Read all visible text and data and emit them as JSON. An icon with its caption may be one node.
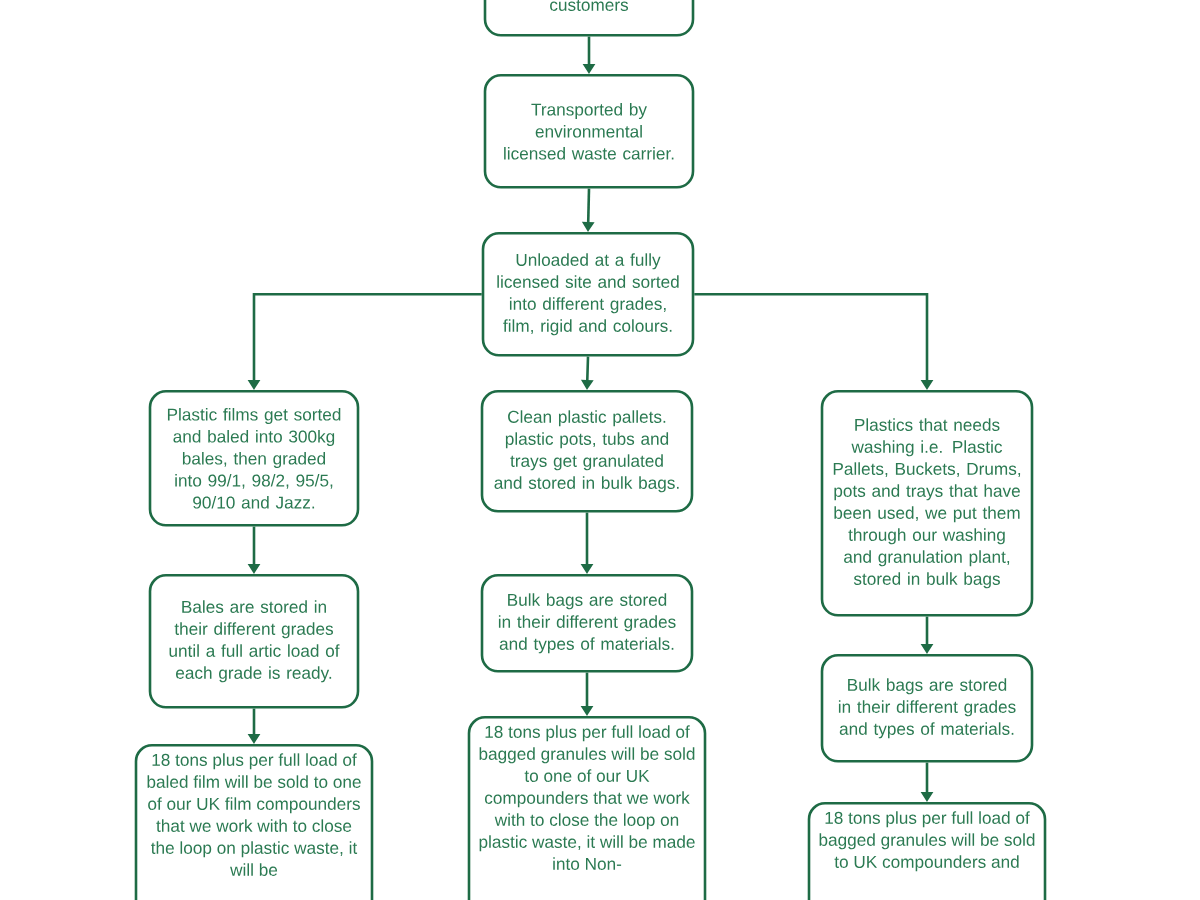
{
  "diagram": {
    "nodes": [
      {
        "text": [
          "customers"
        ]
      },
      {
        "text": [
          "Transported by environmental licensed waste carrier."
        ]
      },
      {
        "text": [
          "Unloaded at a fully licensed site and sorted into different grades, film, rigid and colours."
        ]
      },
      {
        "text": [
          "Plastic films get sorted and baled into 300kg bales, then graded into 99/1, 98/2, 95/5, 90/10 and Jazz."
        ]
      },
      {
        "text": [
          "Clean plastic pallets. plastic pots, tubs and trays get granulated and stored in bulk bags."
        ]
      },
      {
        "text": [
          "Plastics that needs washing i.e. Plastic Pallets, Buckets, Drums, pots and trays that have been used, we put them through our washing and granulation plant, stored in bulk bags"
        ]
      },
      {
        "text": [
          "Bales are stored in their different grades until a full artic load of each grade is ready."
        ]
      },
      {
        "text": [
          "Bulk bags are stored in their different grades and types of materials."
        ]
      },
      {
        "text": [
          "Bulk bags are stored in their different grades and types of materials."
        ]
      },
      {
        "text": [
          "18 tons plus per full load of baled film will be sold to one of our UK film compounders that we work with to close the loop on plastic waste, it will be"
        ]
      },
      {
        "text": [
          "18 tons plus per full load of bagged granules will be sold to one of our UK compounders that we work with to close the loop on plastic waste, it will be made into Non-"
        ]
      },
      {
        "text": [
          "18 tons plus per full load of bagged granules will be sold to UK compounders and"
        ]
      }
    ],
    "edges": [
      {
        "from": 0,
        "to": 1,
        "arrow": "to"
      },
      {
        "from": 1,
        "to": 2,
        "arrow": "to"
      },
      {
        "from": 2,
        "to": 3,
        "arrow": "to"
      },
      {
        "from": 2,
        "to": 4,
        "arrow": "to"
      },
      {
        "from": 2,
        "to": 5,
        "arrow": "to"
      },
      {
        "from": 3,
        "to": 6,
        "arrow": "to"
      },
      {
        "from": 6,
        "to": 9,
        "arrow": "to"
      },
      {
        "from": 4,
        "to": 7,
        "arrow": "to"
      },
      {
        "from": 7,
        "to": 10,
        "arrow": "to"
      },
      {
        "from": 5,
        "to": 8,
        "arrow": "to"
      },
      {
        "from": 8,
        "to": 11,
        "arrow": "to"
      }
    ]
  }
}
